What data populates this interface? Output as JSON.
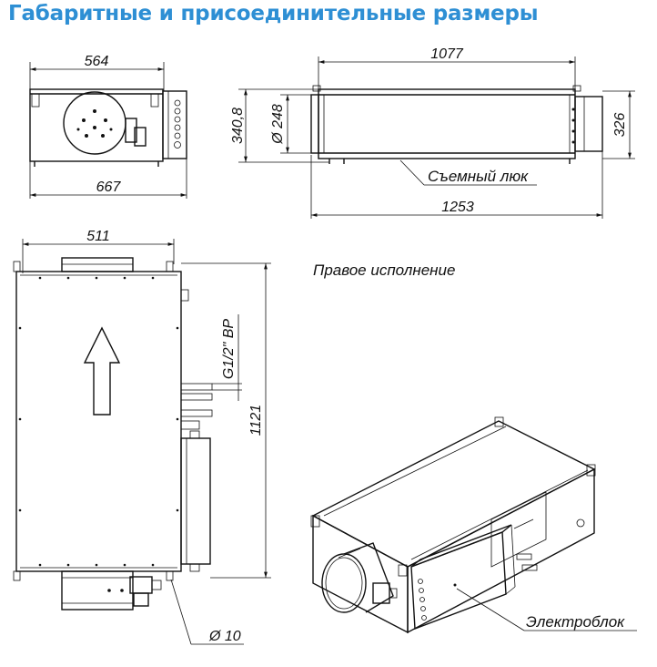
{
  "title": "Габаритные и присоединительные размеры",
  "dimensions": {
    "front_width": "564",
    "front_total_width": "667",
    "side_length": "1077",
    "side_total_length": "1253",
    "side_height_outer": "340,8",
    "side_duct_diameter": "Ø 248",
    "side_height_right": "326",
    "top_width": "511",
    "top_length": "1121",
    "thread": "G1/2\" ВР",
    "hole_diameter": "Ø 10"
  },
  "labels": {
    "hatch": "Съемный люк",
    "right_version": "Правое исполнение",
    "electric_box": "Электроблок"
  },
  "colors": {
    "title": "#2e8fd4",
    "line": "#111111"
  }
}
